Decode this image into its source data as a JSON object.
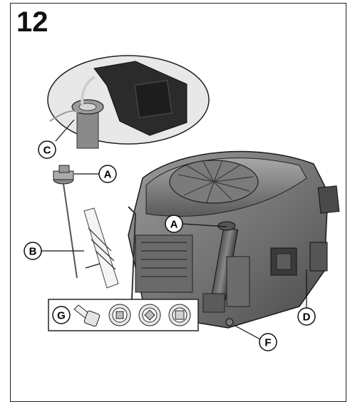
{
  "figure": {
    "number": "12"
  },
  "callouts": {
    "a_cap": "A",
    "a_fill": "A",
    "b": "B",
    "c": "C",
    "d": "D",
    "f": "F",
    "g": "G"
  },
  "colors": {
    "engine_body": "#7d7d7d",
    "engine_dark": "#3a3a3a",
    "outline": "#1a1a1a"
  }
}
